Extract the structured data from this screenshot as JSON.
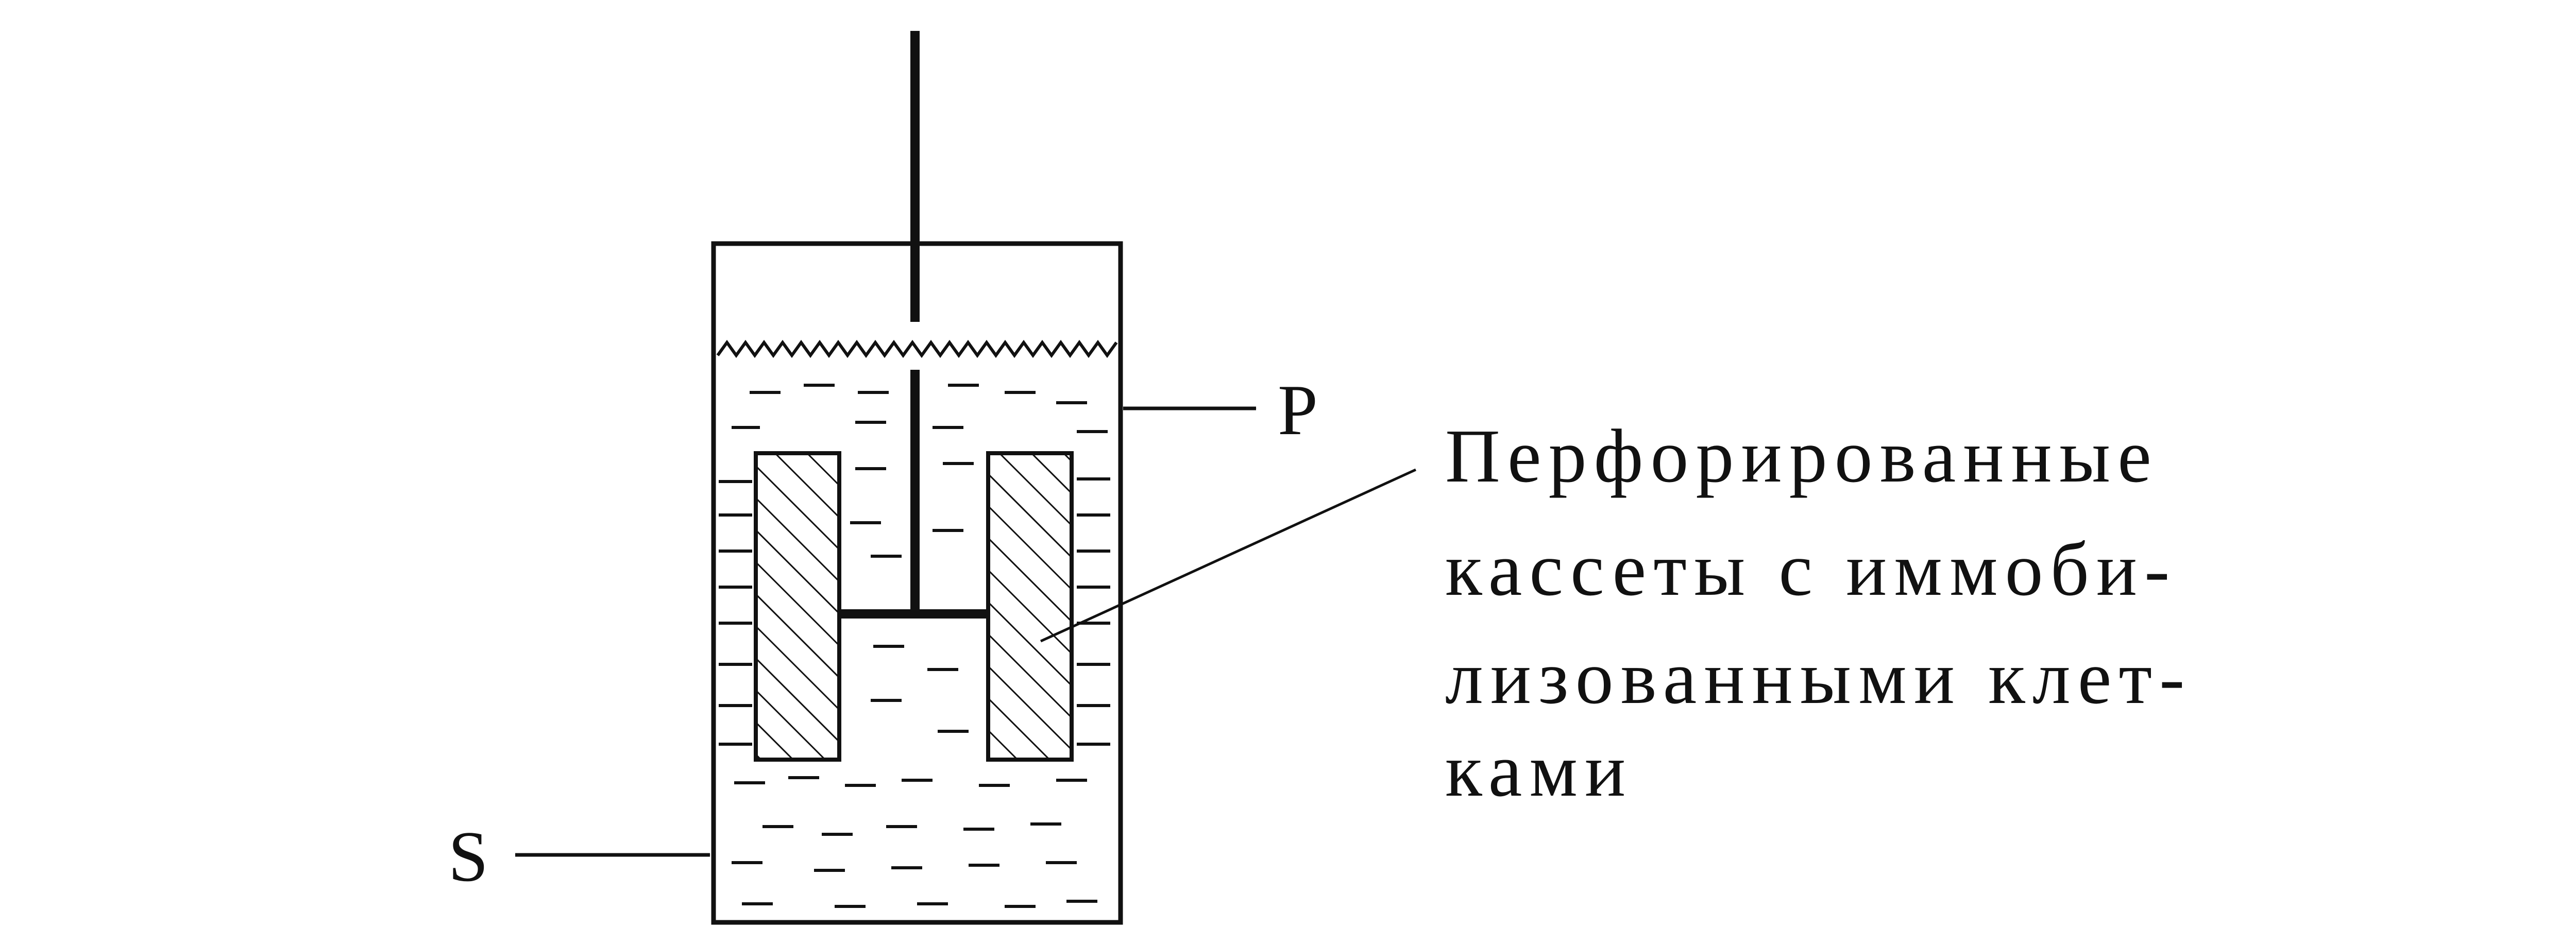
{
  "labels": {
    "product": "P",
    "substrate": "S"
  },
  "caption": {
    "lines": [
      "Перфорированные",
      "кассеты с иммоби-",
      "лизованными клет-",
      "ками"
    ]
  },
  "colors": {
    "ink": "#111111",
    "background": "#ffffff"
  }
}
